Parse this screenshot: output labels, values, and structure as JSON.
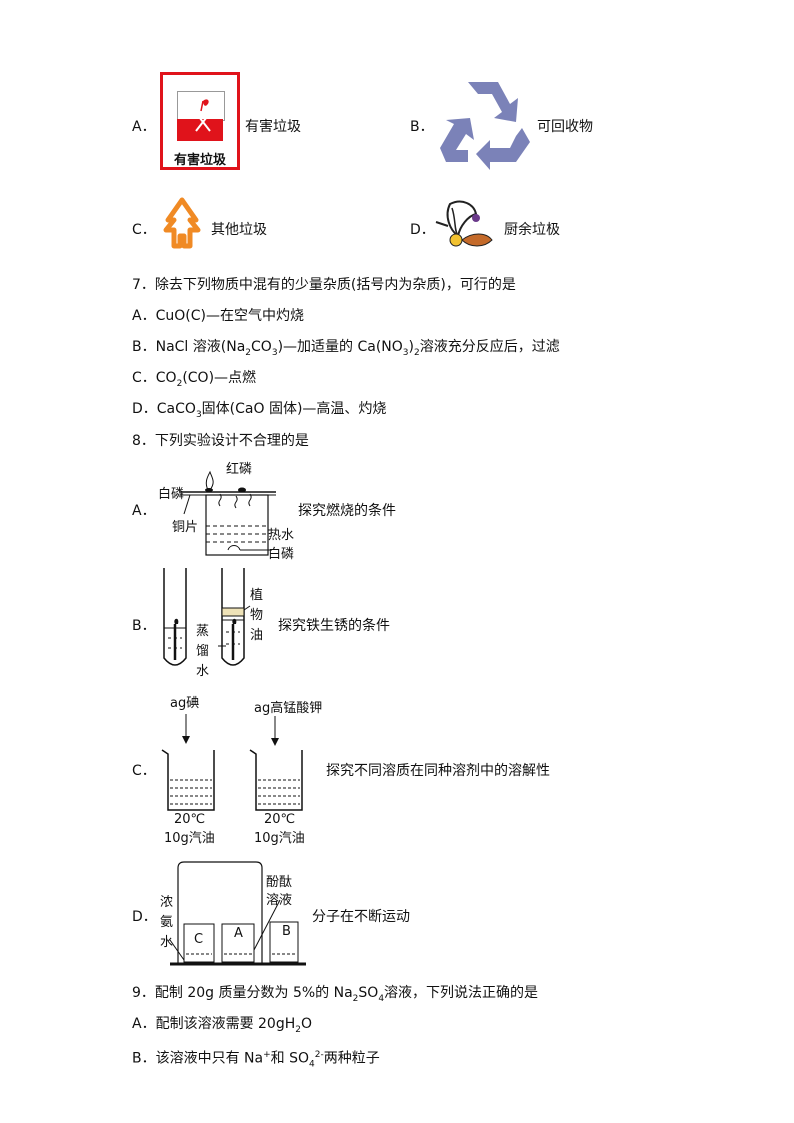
{
  "q6_options": {
    "A": {
      "letter": "A．",
      "text": "有害垃圾",
      "sign_text": "有害垃圾"
    },
    "B": {
      "letter": "B．",
      "text": "可回收物"
    },
    "C": {
      "letter": "C．",
      "text": "其他垃圾"
    },
    "D": {
      "letter": "D．",
      "text": "厨余垃极"
    }
  },
  "q7": {
    "stem": "7．除去下列物质中混有的少量杂质(括号内为杂质)，可行的是",
    "A": "A．CuO(C)—在空气中灼烧",
    "B_pre": "B．NaCl 溶液(Na",
    "B_mid": "CO",
    "B_post": ")—加适量的 Ca(NO",
    "B_post2": ")",
    "B_tail": "溶液充分反应后，过滤",
    "C_pre": "C．CO",
    "C_post": "(CO)—点燃",
    "D_pre": "D．CaCO",
    "D_post": "固体(CaO 固体)—高温、灼烧",
    "sub2": "2",
    "sub3": "3"
  },
  "q8": {
    "stem": "8．下列实验设计不合理的是",
    "A": {
      "letter": "A．",
      "desc": "探究燃烧的条件",
      "red_p": "红磷",
      "white_p_top": "白磷",
      "copper": "铜片",
      "hot_water": "热水",
      "white_p_bottom": "白磷"
    },
    "B": {
      "letter": "B．",
      "desc": "探究铁生锈的条件",
      "water_chars": [
        "蒸",
        "馏",
        "水"
      ],
      "oil_chars": [
        "植",
        "物",
        "油"
      ]
    },
    "C": {
      "letter": "C．",
      "desc": "探究不同溶质在同种溶剂中的溶解性",
      "solute1": "ag碘",
      "solute2": "ag高锰酸钾",
      "temp": "20℃",
      "solvent": "10g汽油"
    },
    "D": {
      "letter": "D．",
      "desc": "分子在不断运动",
      "ammonia_chars": [
        "浓",
        "氨",
        "水"
      ],
      "phenol_chars": [
        "酚",
        "酞",
        "溶",
        "液"
      ],
      "beakers": [
        "C",
        "A",
        "B"
      ]
    }
  },
  "q9": {
    "stem_pre": "9．配制 20g 质量分数为 5%的 Na",
    "stem_mid": "SO",
    "stem_post": "溶液，下列说法正确的是",
    "A_pre": "A．配制该溶液需要 20gH",
    "A_post": "O",
    "B_pre": "B．该溶液中只有 Na",
    "B_plus": "+",
    "B_mid": "和 SO",
    "B_sub": "4",
    "B_sup": "2-",
    "B_post": "两种粒子",
    "sub2": "2",
    "sub4": "4"
  },
  "colors": {
    "harmful_red": "#e0131b",
    "recycle_purple": "#7b82b8",
    "other_orange": "#f08a24"
  }
}
